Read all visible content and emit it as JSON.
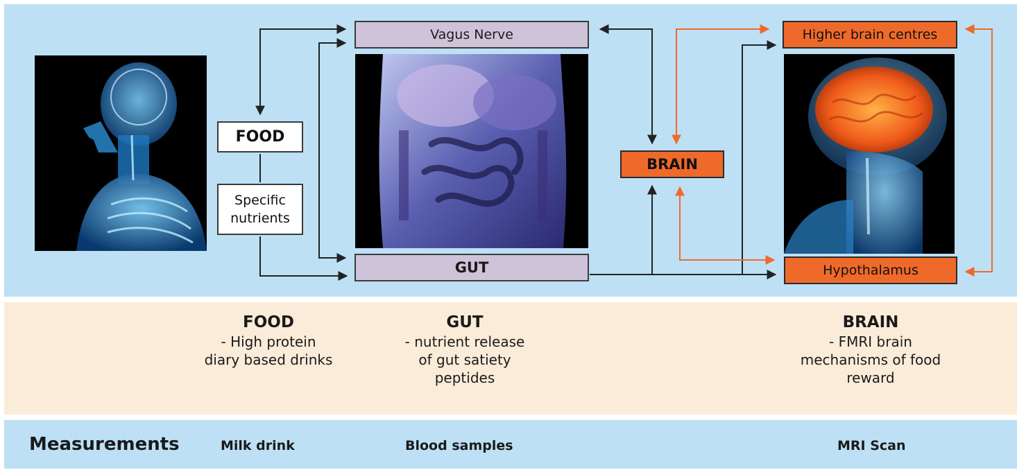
{
  "diagram": {
    "nodes": {
      "vagus_nerve": "Vagus Nerve",
      "food": "FOOD",
      "specific_nutrients": [
        "Specific",
        "nutrients"
      ],
      "gut": "GUT",
      "brain": "BRAIN",
      "higher_brain_centres": "Higher brain centres",
      "hypothalamus": "Hypothalamus"
    },
    "images": {
      "left": "human-skeleton-side-view",
      "center": "abdomen-intestines",
      "right": "brain-head-scan"
    }
  },
  "columns": [
    {
      "heading": "FOOD",
      "lines": [
        "- High protein",
        "diary based drinks"
      ]
    },
    {
      "heading": "GUT",
      "lines": [
        "- nutrient release",
        "of gut satiety",
        "peptides"
      ]
    },
    {
      "heading": "BRAIN",
      "lines": [
        "- FMRI brain",
        "mechanisms of food",
        "reward"
      ]
    }
  ],
  "measurements": {
    "label": "Measurements",
    "items": [
      "Milk drink",
      "Blood samples",
      "MRI Scan"
    ]
  },
  "colors": {
    "panel_blue": "#bde0f5",
    "panel_cream": "#fbecd9",
    "box_lavender": "#cfc3da",
    "box_orange": "#ef6a2a",
    "arrow_dark": "#222222",
    "arrow_orange": "#ef6a2a"
  }
}
